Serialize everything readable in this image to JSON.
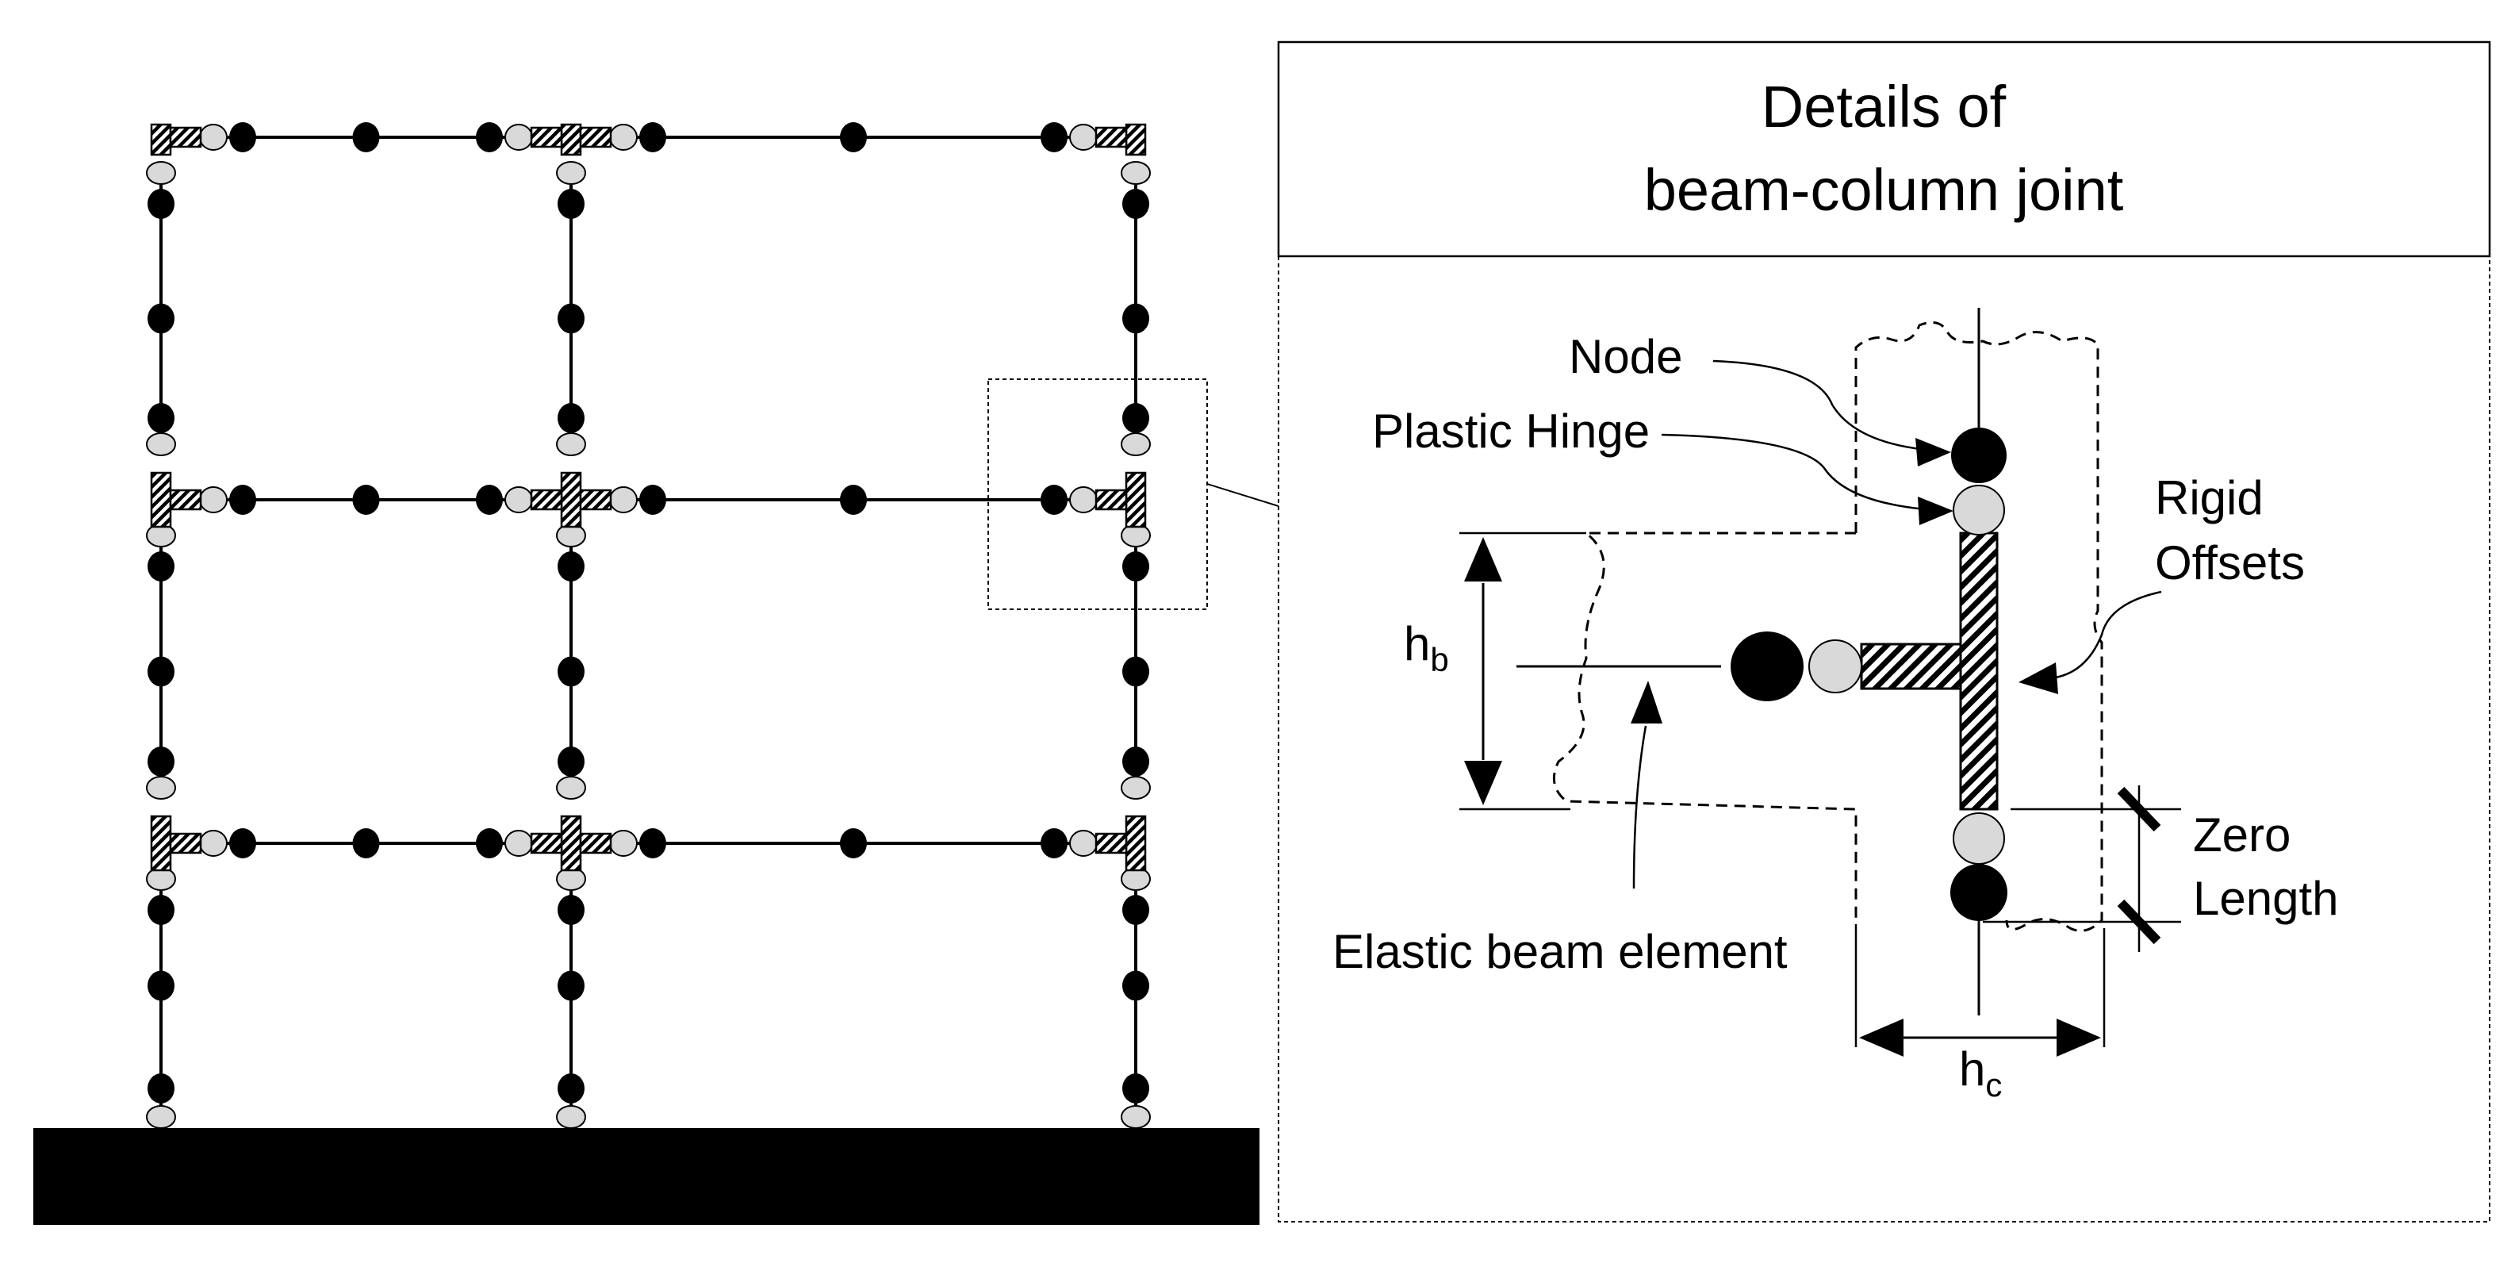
{
  "detail_panel": {
    "title_line1": "Details of",
    "title_line2": "beam-column joint"
  },
  "labels": {
    "node": "Node",
    "plastic_hinge": "Plastic Hinge",
    "rigid_offsets_line1": "Rigid",
    "rigid_offsets_line2": "Offsets",
    "hb_main": "h",
    "hb_sub": "b",
    "hc_main": "h",
    "hc_sub": "c",
    "zero_length_line1": "Zero",
    "zero_length_line2": "Length",
    "elastic_beam": "Elastic beam element"
  },
  "frame": {
    "stories": 3,
    "bays": 2
  },
  "colors": {
    "node_fill": "#000000",
    "hinge_fill": "#d9d9d9",
    "line": "#000000",
    "background": "#ffffff"
  }
}
